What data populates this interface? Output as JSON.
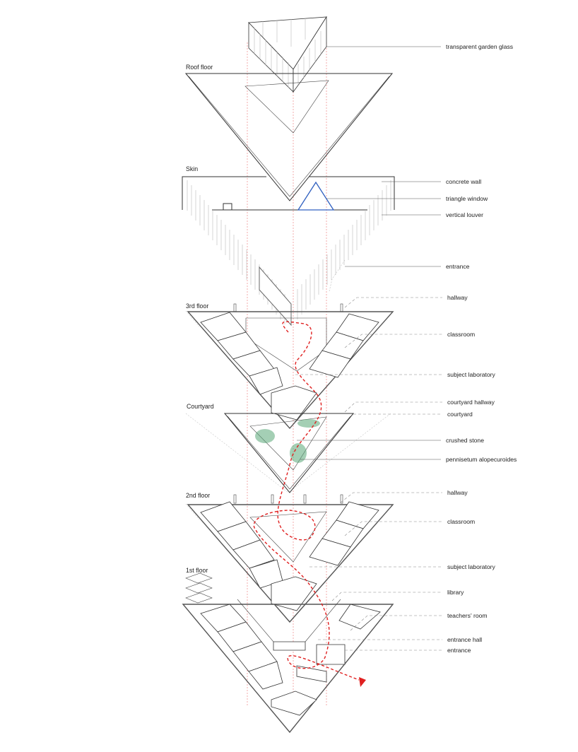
{
  "diagram": {
    "type": "exploded axonometric",
    "subject": "triangular school building",
    "colors": {
      "line": "#333333",
      "circulation_path": "#e02020",
      "projection_guides": "#e88888",
      "triangle_window": "#3060c0",
      "planting": "#4a9a6a"
    }
  },
  "floors": [
    {
      "id": "roof",
      "label": "Roof floor"
    },
    {
      "id": "skin",
      "label": "Skin"
    },
    {
      "id": "third",
      "label": "3rd floor"
    },
    {
      "id": "courtyard",
      "label": "Courtyard"
    },
    {
      "id": "second",
      "label": "2nd floor"
    },
    {
      "id": "first",
      "label": "1st floor"
    }
  ],
  "callouts": [
    {
      "text": "transparent garden glass",
      "style": "solid"
    },
    {
      "text": "concrete wall",
      "style": "solid"
    },
    {
      "text": "triangle window",
      "style": "solid"
    },
    {
      "text": "vertical louver",
      "style": "solid"
    },
    {
      "text": "entrance",
      "style": "solid"
    },
    {
      "text": "hallway",
      "style": "dashed"
    },
    {
      "text": "classroom",
      "style": "dashed"
    },
    {
      "text": "subject laboratory",
      "style": "dashed"
    },
    {
      "text": "courtyard hallway",
      "style": "dashed"
    },
    {
      "text": "courtyard",
      "style": "dashed"
    },
    {
      "text": "crushed stone",
      "style": "solid"
    },
    {
      "text": "pennisetum alopecuroides",
      "style": "solid"
    },
    {
      "text": "hallway",
      "style": "dashed"
    },
    {
      "text": "classroom",
      "style": "dashed"
    },
    {
      "text": "subject laboratory",
      "style": "dashed"
    },
    {
      "text": "library",
      "style": "dashed"
    },
    {
      "text": "teachers' room",
      "style": "dashed"
    },
    {
      "text": "entrance hall",
      "style": "dashed"
    },
    {
      "text": "entrance",
      "style": "dashed"
    }
  ]
}
